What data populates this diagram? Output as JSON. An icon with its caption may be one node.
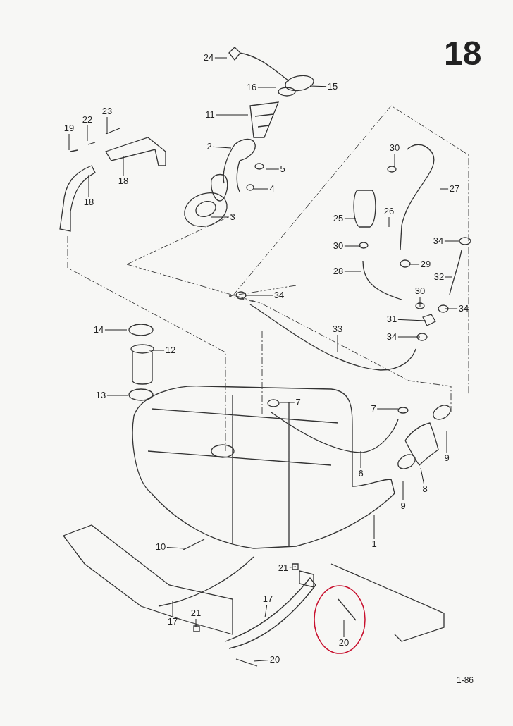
{
  "diagram": {
    "nodes": [
      {
        "text": [
          "24"
        ]
      },
      {
        "text": [
          "15"
        ]
      },
      {
        "text": [
          "16"
        ]
      },
      {
        "text": [
          "11"
        ]
      },
      {
        "text": [
          "23"
        ]
      },
      {
        "text": [
          "22"
        ]
      },
      {
        "text": [
          "19"
        ]
      },
      {
        "text": [
          "2"
        ]
      },
      {
        "text": [
          "18"
        ]
      },
      {
        "text": [
          "5"
        ]
      },
      {
        "text": [
          "4"
        ]
      },
      {
        "text": [
          "18"
        ]
      },
      {
        "text": [
          "3"
        ]
      },
      {
        "text": [
          "30"
        ]
      },
      {
        "text": [
          "27"
        ]
      },
      {
        "text": [
          "26"
        ]
      },
      {
        "text": [
          "25"
        ]
      },
      {
        "text": [
          "34"
        ]
      },
      {
        "text": [
          "30"
        ]
      },
      {
        "text": [
          "29"
        ]
      },
      {
        "text": [
          "28"
        ]
      },
      {
        "text": [
          "32"
        ]
      },
      {
        "text": [
          "34"
        ]
      },
      {
        "text": [
          "30"
        ]
      },
      {
        "text": [
          "34"
        ]
      },
      {
        "text": [
          "31"
        ]
      },
      {
        "text": [
          "34"
        ]
      },
      {
        "text": [
          "33"
        ]
      },
      {
        "text": [
          "14"
        ]
      },
      {
        "text": [
          "12"
        ]
      },
      {
        "text": [
          "13"
        ]
      },
      {
        "text": [
          "7"
        ]
      },
      {
        "text": [
          "7"
        ]
      },
      {
        "text": [
          "9"
        ]
      },
      {
        "text": [
          "6"
        ]
      },
      {
        "text": [
          "8"
        ]
      },
      {
        "text": [
          "9"
        ]
      },
      {
        "text": [
          "1"
        ]
      },
      {
        "text": [
          "10"
        ]
      },
      {
        "text": [
          "21"
        ]
      },
      {
        "text": [
          "17"
        ]
      },
      {
        "text": [
          "17"
        ]
      },
      {
        "text": [
          "21"
        ]
      },
      {
        "text": [
          "20"
        ]
      },
      {
        "text": [
          "20"
        ]
      }
    ],
    "edges": [
      {
        "from": 0,
        "to": null,
        "arrow": "none"
      },
      {
        "from": 1,
        "to": null,
        "arrow": "none"
      },
      {
        "from": 2,
        "to": null,
        "arrow": "none"
      },
      {
        "from": 3,
        "to": null,
        "arrow": "none"
      },
      {
        "from": 4,
        "to": null,
        "arrow": "none"
      },
      {
        "from": 5,
        "to": null,
        "arrow": "none"
      },
      {
        "from": 6,
        "to": null,
        "arrow": "none"
      },
      {
        "from": 7,
        "to": null,
        "arrow": "none"
      },
      {
        "from": 8,
        "to": null,
        "arrow": "none"
      },
      {
        "from": 9,
        "to": null,
        "arrow": "none"
      },
      {
        "from": 10,
        "to": null,
        "arrow": "none"
      },
      {
        "from": 11,
        "to": null,
        "arrow": "none"
      },
      {
        "from": 12,
        "to": null,
        "arrow": "none"
      },
      {
        "from": 13,
        "to": null,
        "arrow": "none"
      },
      {
        "from": 14,
        "to": null,
        "arrow": "none"
      },
      {
        "from": 15,
        "to": null,
        "arrow": "none"
      },
      {
        "from": 16,
        "to": null,
        "arrow": "none"
      },
      {
        "from": 17,
        "to": null,
        "arrow": "none"
      },
      {
        "from": 18,
        "to": null,
        "arrow": "none"
      },
      {
        "from": 19,
        "to": null,
        "arrow": "none"
      },
      {
        "from": 20,
        "to": null,
        "arrow": "none"
      },
      {
        "from": 21,
        "to": null,
        "arrow": "none"
      },
      {
        "from": 22,
        "to": null,
        "arrow": "none"
      },
      {
        "from": 23,
        "to": null,
        "arrow": "none"
      },
      {
        "from": 24,
        "to": null,
        "arrow": "none"
      },
      {
        "from": 25,
        "to": null,
        "arrow": "none"
      },
      {
        "from": 26,
        "to": null,
        "arrow": "none"
      },
      {
        "from": 27,
        "to": null,
        "arrow": "none"
      },
      {
        "from": 28,
        "to": null,
        "arrow": "none"
      },
      {
        "from": 29,
        "to": null,
        "arrow": "none"
      },
      {
        "from": 30,
        "to": null,
        "arrow": "none"
      },
      {
        "from": 31,
        "to": null,
        "arrow": "none"
      },
      {
        "from": 32,
        "to": null,
        "arrow": "none"
      },
      {
        "from": 33,
        "to": null,
        "arrow": "none"
      },
      {
        "from": 34,
        "to": null,
        "arrow": "none"
      },
      {
        "from": 35,
        "to": null,
        "arrow": "none"
      },
      {
        "from": 36,
        "to": null,
        "arrow": "none"
      },
      {
        "from": 37,
        "to": null,
        "arrow": "none"
      },
      {
        "from": 38,
        "to": null,
        "arrow": "none"
      },
      {
        "from": 39,
        "to": null,
        "arrow": "none"
      },
      {
        "from": 40,
        "to": null,
        "arrow": "none"
      },
      {
        "from": 41,
        "to": null,
        "arrow": "none"
      },
      {
        "from": 42,
        "to": null,
        "arrow": "none"
      },
      {
        "from": 43,
        "to": null,
        "arrow": "none"
      },
      {
        "from": 44,
        "to": null,
        "arrow": "none"
      }
    ],
    "labels": [
      "18",
      "1-86"
    ]
  }
}
